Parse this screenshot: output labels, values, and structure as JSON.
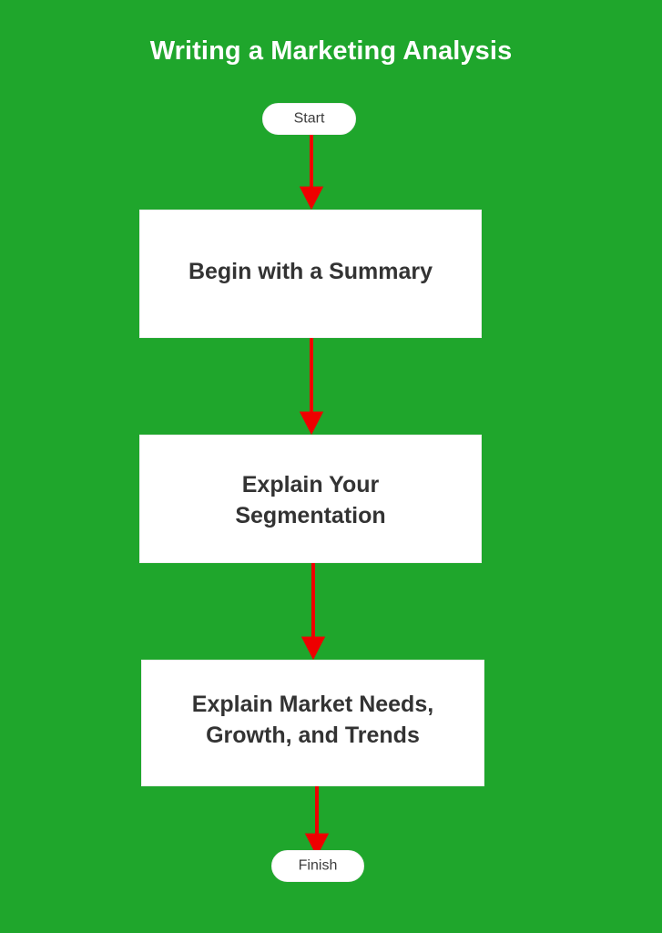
{
  "diagram": {
    "title": "Writing a Marketing Analysis",
    "background_color": "#1FA62C",
    "node_fill_color": "#FFFFFF",
    "node_text_color": "#333333",
    "terminal_text_color": "#3D3D3D",
    "title_color": "#FFFFFF",
    "connector_color": "#EE0000",
    "type": "flowchart",
    "orientation": "top-to-bottom",
    "nodes": [
      {
        "id": "start",
        "shape": "terminal",
        "label": "Start"
      },
      {
        "id": "summary",
        "shape": "process",
        "label": "Begin with a Summary"
      },
      {
        "id": "segmentation",
        "shape": "process",
        "label": "Explain Your\nSegmentation"
      },
      {
        "id": "needs",
        "shape": "process",
        "label": "Explain Market Needs,\nGrowth, and Trends"
      },
      {
        "id": "finish",
        "shape": "terminal",
        "label": "Finish"
      }
    ],
    "edges": [
      {
        "from": "start",
        "to": "summary",
        "label": ""
      },
      {
        "from": "summary",
        "to": "segmentation",
        "label": ""
      },
      {
        "from": "segmentation",
        "to": "needs",
        "label": ""
      },
      {
        "from": "needs",
        "to": "finish",
        "label": ""
      }
    ]
  }
}
